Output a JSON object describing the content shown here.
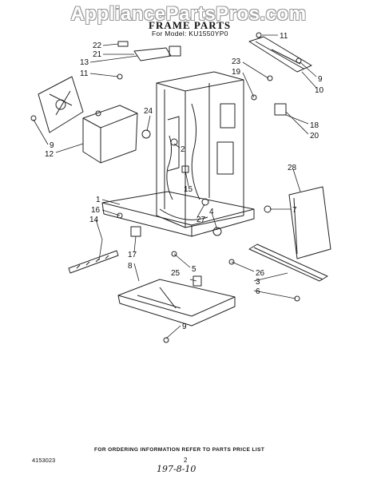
{
  "watermark": "AppliancePartsPros.com",
  "title": "FRAME PARTS",
  "model_line": "For Model: KU1550YP0",
  "footer_note": "FOR ORDERING INFORMATION REFER TO PARTS PRICE LIST",
  "document_number": "4153023",
  "page_number": "2",
  "handwritten_note": "197-8-10",
  "callouts": [
    {
      "id": "c22a",
      "text": "22"
    },
    {
      "id": "c21a",
      "text": "21"
    },
    {
      "id": "c13",
      "text": "13"
    },
    {
      "id": "c11a",
      "text": "11"
    },
    {
      "id": "c11b",
      "text": "11"
    },
    {
      "id": "c23",
      "text": "23"
    },
    {
      "id": "c19",
      "text": "19"
    },
    {
      "id": "c9a",
      "text": "9"
    },
    {
      "id": "c10",
      "text": "10"
    },
    {
      "id": "c24",
      "text": "24"
    },
    {
      "id": "c18",
      "text": "18"
    },
    {
      "id": "c20",
      "text": "20"
    },
    {
      "id": "c9b",
      "text": "9"
    },
    {
      "id": "c12",
      "text": "12"
    },
    {
      "id": "c2",
      "text": "2"
    },
    {
      "id": "c28",
      "text": "28"
    },
    {
      "id": "c15",
      "text": "15"
    },
    {
      "id": "c1",
      "text": "1"
    },
    {
      "id": "c16",
      "text": "16"
    },
    {
      "id": "c14",
      "text": "14"
    },
    {
      "id": "c27",
      "text": "27"
    },
    {
      "id": "c4",
      "text": "4"
    },
    {
      "id": "c7",
      "text": "7"
    },
    {
      "id": "c17",
      "text": "17"
    },
    {
      "id": "c8",
      "text": "8"
    },
    {
      "id": "c5",
      "text": "5"
    },
    {
      "id": "c25",
      "text": "25"
    },
    {
      "id": "c26",
      "text": "26"
    },
    {
      "id": "c3",
      "text": "3"
    },
    {
      "id": "c6",
      "text": "6"
    },
    {
      "id": "c9c",
      "text": "9"
    }
  ]
}
